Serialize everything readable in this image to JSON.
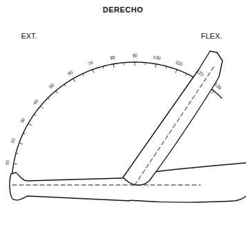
{
  "diagram": {
    "title": "DERECHO",
    "labels": [
      "EXT.",
      "FLEX.",
      "10",
      "20",
      "30",
      "40",
      "50",
      "60",
      "70",
      "80",
      "90",
      "100",
      "110",
      "120",
      "130"
    ]
  }
}
